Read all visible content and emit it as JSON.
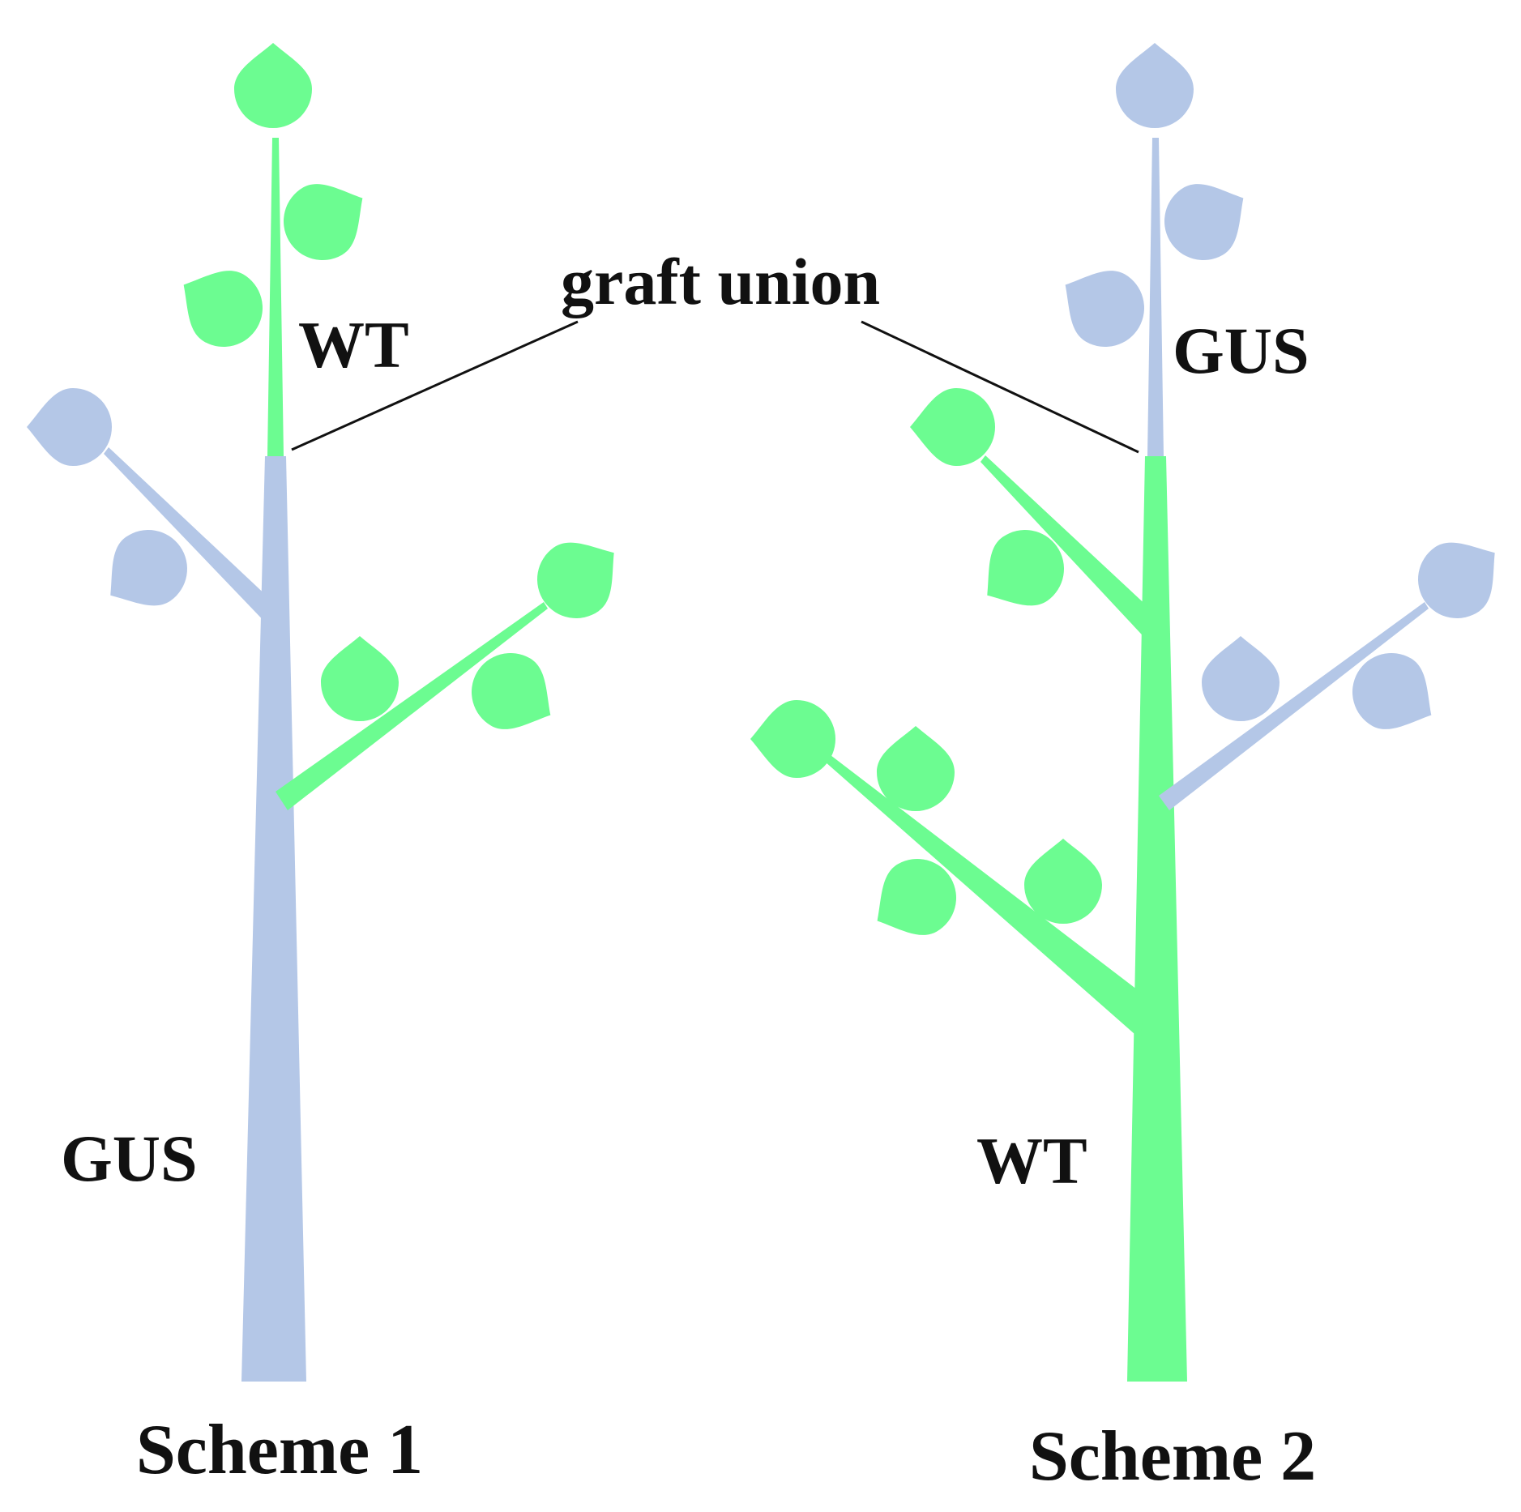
{
  "colors": {
    "wt": "#6cfc91",
    "gus": "#b4c7e7",
    "text": "#111111",
    "background": "#ffffff"
  },
  "annotation": {
    "graft_union": "graft union"
  },
  "schemes": [
    {
      "id": "scheme-1",
      "caption": "Scheme 1",
      "scion_label": "WT",
      "rootstock_label": "GUS"
    },
    {
      "id": "scheme-2",
      "caption": "Scheme 2",
      "scion_label": "GUS",
      "rootstock_label": "WT"
    }
  ]
}
